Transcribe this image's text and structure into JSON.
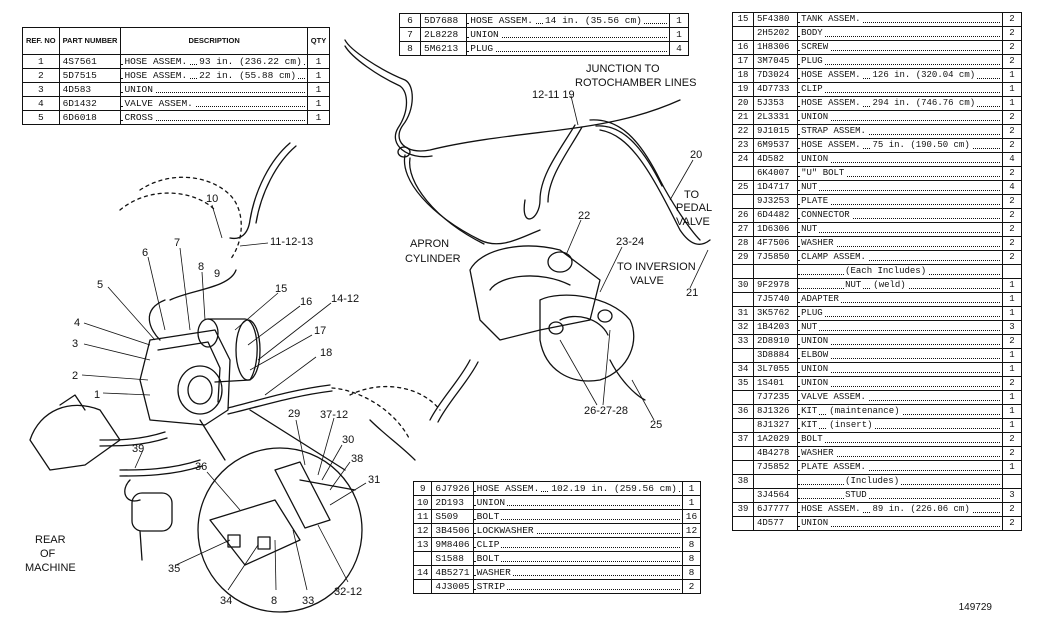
{
  "table1": {
    "headers": {
      "ref": "REF. NO",
      "part": "PART NUMBER",
      "desc": "DESCRIPTION",
      "qty": "QTY"
    },
    "rows": [
      {
        "ref": "1",
        "part": "4S7561",
        "desc": "HOSE ASSEM.",
        "note": "93 in. (236.22 cm)",
        "qty": "1"
      },
      {
        "ref": "2",
        "part": "5D7515",
        "desc": "HOSE ASSEM.",
        "note": "22 in. (55.88 cm)",
        "qty": "1"
      },
      {
        "ref": "3",
        "part": "4D583",
        "desc": "UNION",
        "note": "",
        "qty": "1"
      },
      {
        "ref": "4",
        "part": "6D1432",
        "desc": "VALVE ASSEM.",
        "note": "",
        "qty": "1"
      },
      {
        "ref": "5",
        "part": "6D6018",
        "desc": "CROSS",
        "note": "",
        "qty": "1"
      }
    ]
  },
  "table2": {
    "rows": [
      {
        "ref": "6",
        "part": "5D7688",
        "desc": "HOSE ASSEM.",
        "note": "14 in. (35.56 cm)",
        "qty": "1"
      },
      {
        "ref": "7",
        "part": "2L8228",
        "desc": "UNION",
        "note": "",
        "qty": "1"
      },
      {
        "ref": "8",
        "part": "5M6213",
        "desc": "PLUG",
        "note": "",
        "qty": "4"
      }
    ]
  },
  "table3": {
    "rows": [
      {
        "ref": "9",
        "part": "6J7926",
        "desc": "HOSE ASSEM.",
        "note": "102.19 in. (259.56 cm)",
        "qty": "1"
      },
      {
        "ref": "10",
        "part": "2D193",
        "desc": "UNION",
        "note": "",
        "qty": "1"
      },
      {
        "ref": "11",
        "part": "S509",
        "desc": "BOLT",
        "note": "",
        "qty": "16"
      },
      {
        "ref": "12",
        "part": "3B4506",
        "desc": "LOCKWASHER",
        "note": "",
        "qty": "12"
      },
      {
        "ref": "13",
        "part": "9M8406",
        "desc": "CLIP",
        "note": "",
        "qty": "8"
      },
      {
        "ref": "",
        "part": "S1588",
        "desc": "BOLT",
        "note": "",
        "qty": "8"
      },
      {
        "ref": "14",
        "part": "4B5271",
        "desc": "WASHER",
        "note": "",
        "qty": "8"
      },
      {
        "ref": "",
        "part": "4J3005",
        "desc": "STRIP",
        "note": "",
        "qty": "2"
      }
    ]
  },
  "table4": {
    "rows": [
      {
        "ref": "15",
        "part": "5F4380",
        "desc": "TANK ASSEM.",
        "note": "",
        "qty": "2"
      },
      {
        "ref": "",
        "part": "2H5202",
        "desc": "BODY",
        "note": "",
        "qty": "2"
      },
      {
        "ref": "16",
        "part": "1H8306",
        "desc": "SCREW",
        "note": "",
        "qty": "2"
      },
      {
        "ref": "17",
        "part": "3M7045",
        "desc": "PLUG",
        "note": "",
        "qty": "2"
      },
      {
        "ref": "18",
        "part": "7D3024",
        "desc": "HOSE ASSEM.",
        "note": "126 in. (320.04 cm)",
        "qty": "1"
      },
      {
        "ref": "19",
        "part": "4D7733",
        "desc": "CLIP",
        "note": "",
        "qty": "1"
      },
      {
        "ref": "20",
        "part": "5J353",
        "desc": "HOSE ASSEM.",
        "note": "294 in. (746.76 cm)",
        "qty": "1"
      },
      {
        "ref": "21",
        "part": "2L3331",
        "desc": "UNION",
        "note": "",
        "qty": "2"
      },
      {
        "ref": "22",
        "part": "9J1015",
        "desc": "STRAP ASSEM.",
        "note": "",
        "qty": "2"
      },
      {
        "ref": "23",
        "part": "6M9537",
        "desc": "HOSE ASSEM.",
        "note": "75 in. (190.50 cm)",
        "qty": "2"
      },
      {
        "ref": "24",
        "part": "4D582",
        "desc": "UNION",
        "note": "",
        "qty": "4"
      },
      {
        "ref": "",
        "part": "6K4007",
        "desc": "\"U\" BOLT",
        "note": "",
        "qty": "2"
      },
      {
        "ref": "25",
        "part": "1D4717",
        "desc": "NUT",
        "note": "",
        "qty": "4"
      },
      {
        "ref": "",
        "part": "9J3253",
        "desc": "PLATE",
        "note": "",
        "qty": "2"
      },
      {
        "ref": "26",
        "part": "6D4482",
        "desc": "CONNECTOR",
        "note": "",
        "qty": "2"
      },
      {
        "ref": "27",
        "part": "1D6306",
        "desc": "NUT",
        "note": "",
        "qty": "2"
      },
      {
        "ref": "28",
        "part": "4F7506",
        "desc": "WASHER",
        "note": "",
        "qty": "2"
      },
      {
        "ref": "29",
        "part": "7J5850",
        "desc": "CLAMP ASSEM.",
        "note": "",
        "qty": "2"
      },
      {
        "ref": "",
        "part": "",
        "desc": "(Each Includes)",
        "note": "",
        "qty": "",
        "indent": true
      },
      {
        "ref": "30",
        "part": "9F2978",
        "desc": "NUT",
        "note": "(weld)",
        "qty": "1",
        "indent": true
      },
      {
        "ref": "",
        "part": "7J5740",
        "desc": "ADAPTER",
        "note": "",
        "qty": "1"
      },
      {
        "ref": "31",
        "part": "3K5762",
        "desc": "PLUG",
        "note": "",
        "qty": "1"
      },
      {
        "ref": "32",
        "part": "1B4203",
        "desc": "NUT",
        "note": "",
        "qty": "3"
      },
      {
        "ref": "33",
        "part": "2D8910",
        "desc": "UNION",
        "note": "",
        "qty": "2"
      },
      {
        "ref": "",
        "part": "3D8884",
        "desc": "ELBOW",
        "note": "",
        "qty": "1"
      },
      {
        "ref": "34",
        "part": "3L7055",
        "desc": "UNION",
        "note": "",
        "qty": "1"
      },
      {
        "ref": "35",
        "part": "1S401",
        "desc": "UNION",
        "note": "",
        "qty": "2"
      },
      {
        "ref": "",
        "part": "7J7235",
        "desc": "VALVE ASSEM.",
        "note": "",
        "qty": "1"
      },
      {
        "ref": "36",
        "part": "8J1326",
        "desc": "KIT",
        "note": "(maintenance)",
        "qty": "1"
      },
      {
        "ref": "",
        "part": "8J1327",
        "desc": "KIT",
        "note": "(insert)",
        "qty": "1"
      },
      {
        "ref": "37",
        "part": "1A2029",
        "desc": "BOLT",
        "note": "",
        "qty": "2"
      },
      {
        "ref": "",
        "part": "4B4278",
        "desc": "WASHER",
        "note": "",
        "qty": "2"
      },
      {
        "ref": "",
        "part": "7J5852",
        "desc": "PLATE ASSEM.",
        "note": "",
        "qty": "1"
      },
      {
        "ref": "38",
        "part": "",
        "desc": "(Includes)",
        "note": "",
        "qty": "",
        "indent": true
      },
      {
        "ref": "",
        "part": "3J4564",
        "desc": "STUD",
        "note": "",
        "qty": "3",
        "indent": true
      },
      {
        "ref": "39",
        "part": "6J7777",
        "desc": "HOSE ASSEM.",
        "note": "89 in. (226.06 cm)",
        "qty": "2"
      },
      {
        "ref": "",
        "part": "4D577",
        "desc": "UNION",
        "note": "",
        "qty": "2"
      }
    ]
  },
  "diagram": {
    "labels": {
      "junction": "JUNCTION TO ROTOCHAMBER LINES",
      "apron": "APRON CYLINDER",
      "pedal": "TO PEDAL VALVE",
      "inversion": "TO INVERSION VALVE",
      "rear": "REAR OF MACHINE",
      "c1211_19": "12-11 19",
      "c20": "20",
      "c21": "21",
      "c22": "22",
      "c2324": "23-24",
      "c25": "25",
      "c262728": "26-27-28",
      "c10": "10",
      "c111213": "11-12-13",
      "c7": "7",
      "c6": "6",
      "c8": "8",
      "c9": "9",
      "c5": "5",
      "c4": "4",
      "c3": "3",
      "c2": "2",
      "c1": "1",
      "c15": "15",
      "c16": "16",
      "c1412": "14-12",
      "c17": "17",
      "c18": "18",
      "c29": "29",
      "c3712": "37-12",
      "c30": "30",
      "c38": "38",
      "c31": "31",
      "c36": "36",
      "c39": "39",
      "c35": "35",
      "c34": "34",
      "c8b": "8",
      "c33": "33",
      "c3212": "32-12"
    },
    "figure_number": "149729"
  },
  "colors": {
    "ink": "#111111",
    "paper": "#ffffff"
  }
}
